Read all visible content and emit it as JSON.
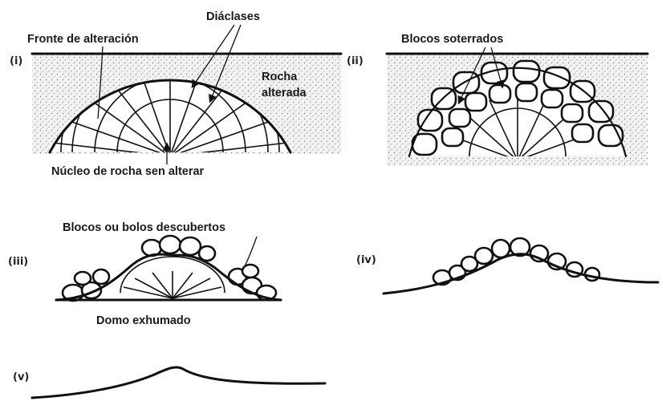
{
  "panels": {
    "i": {
      "id": "(i)",
      "labels": {
        "weathering_front": "Fronte de alteración",
        "joints": "Diáclases",
        "weathered_rock_1": "Rocha",
        "weathered_rock_2": "alterada",
        "unweathered_core": "Núcleo de rocha sen alterar"
      }
    },
    "ii": {
      "id": "(ii)",
      "labels": {
        "buried_blocks": "Blocos soterrados"
      }
    },
    "iii": {
      "id": "(iii)",
      "labels": {
        "exposed_boulders": "Blocos ou bolos descubertos",
        "exhumed_dome": "Domo exhumado"
      }
    },
    "iv": {
      "id": "(iv)"
    },
    "v": {
      "id": "(v)"
    }
  },
  "colors": {
    "ink": "#111111",
    "stipple": "#8a8a8a",
    "background": "#ffffff"
  }
}
